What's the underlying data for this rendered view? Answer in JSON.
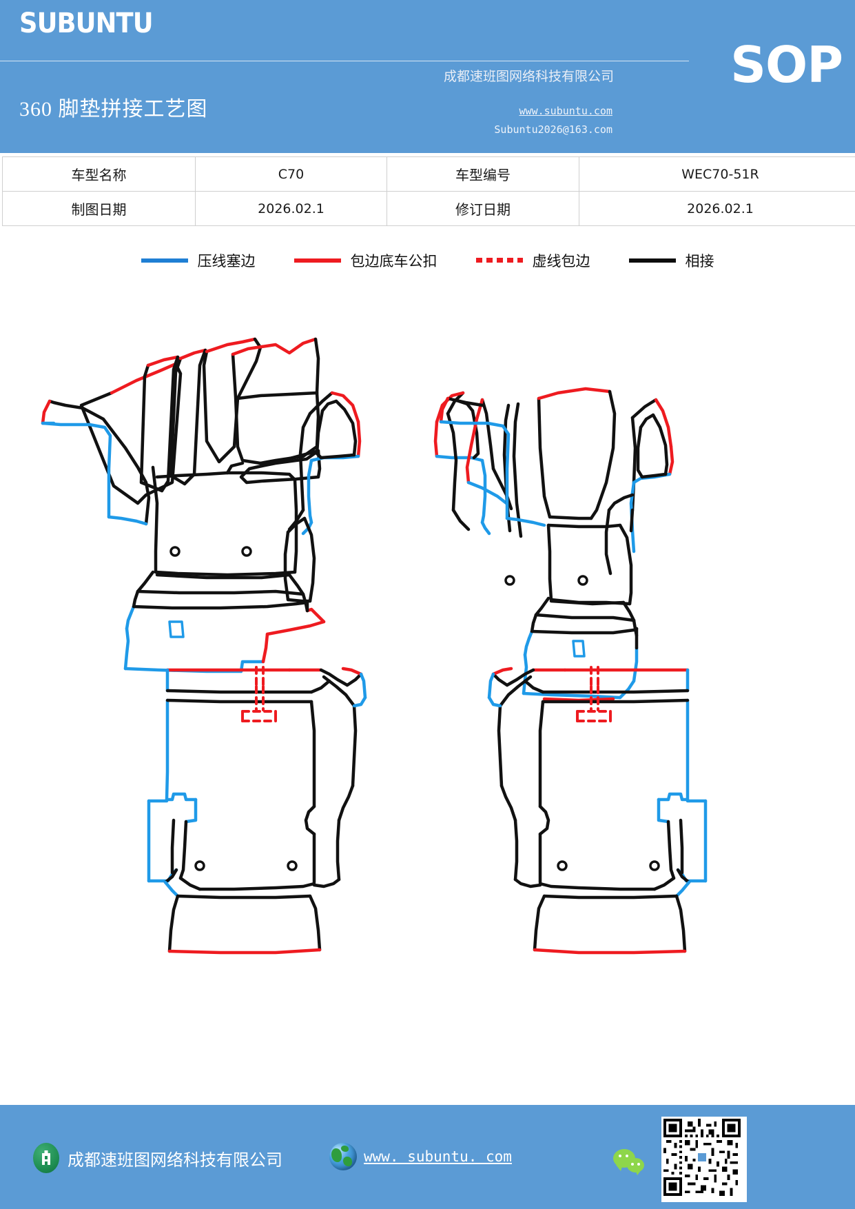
{
  "header": {
    "logo": "SUBUNTU",
    "doc_title": "360 脚垫拼接工艺图",
    "sop_badge": "SOP",
    "company_cn": "成都速班图网络科技有限公司",
    "url": "www.subuntu.com",
    "email": "Subuntu2026@163.com",
    "bg_color": "#5b9bd5"
  },
  "info_table": {
    "rows": [
      {
        "label1": "车型名称",
        "value1": "C70",
        "label2": "车型编号",
        "value2": "WEC70-51R"
      },
      {
        "label1": "制图日期",
        "value1": "2026.02.1",
        "label2": "修订日期",
        "value2": "2026.02.1"
      }
    ]
  },
  "legend": {
    "items": [
      {
        "label": "压线塞边",
        "style": "solid",
        "color": "#1f7fd4"
      },
      {
        "label": "包边底车公扣",
        "style": "solid",
        "color": "#ee1b20"
      },
      {
        "label": "虚线包边",
        "style": "dashed",
        "color": "#ee1b20"
      },
      {
        "label": "相接",
        "style": "solid",
        "color": "#0d0d0d"
      }
    ]
  },
  "drawing": {
    "description": "360 脚垫拼接工艺图 — 四幅汽车脚垫裁片拼接轮廓图",
    "panels": [
      {
        "name": "front-left-mat-assembly",
        "position": "top-left"
      },
      {
        "name": "front-right-mat-assembly",
        "position": "top-right"
      },
      {
        "name": "rear-left-mat-assembly",
        "position": "bottom-left"
      },
      {
        "name": "rear-right-mat-assembly",
        "position": "bottom-right"
      }
    ],
    "line_colors": {
      "stitch_edge": "#1f9ae8",
      "binding_buckle": "#ee1b20",
      "dashed_binding": "#ee1b20",
      "seam": "#111111"
    }
  },
  "footer": {
    "company_cn": "成都速班图网络科技有限公司",
    "url": "www. subuntu. com",
    "bg_color": "#5b9bd5"
  }
}
